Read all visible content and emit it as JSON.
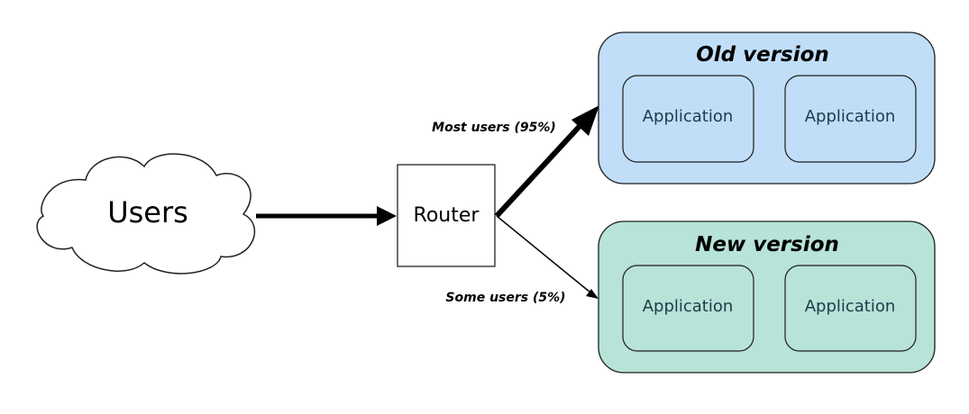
{
  "nodes": {
    "users": "Users",
    "router": "Router"
  },
  "groups": {
    "old": {
      "title": "Old version",
      "apps": [
        "Application",
        "Application"
      ],
      "fill": "#c0def8",
      "stroke": "#1e1e1e"
    },
    "new": {
      "title": "New version",
      "apps": [
        "Application",
        "Application"
      ],
      "fill": "#b7e3d8",
      "stroke": "#1e1e1e"
    }
  },
  "edges": {
    "most": "Most users (95%)",
    "some": "Some users (5%)"
  }
}
